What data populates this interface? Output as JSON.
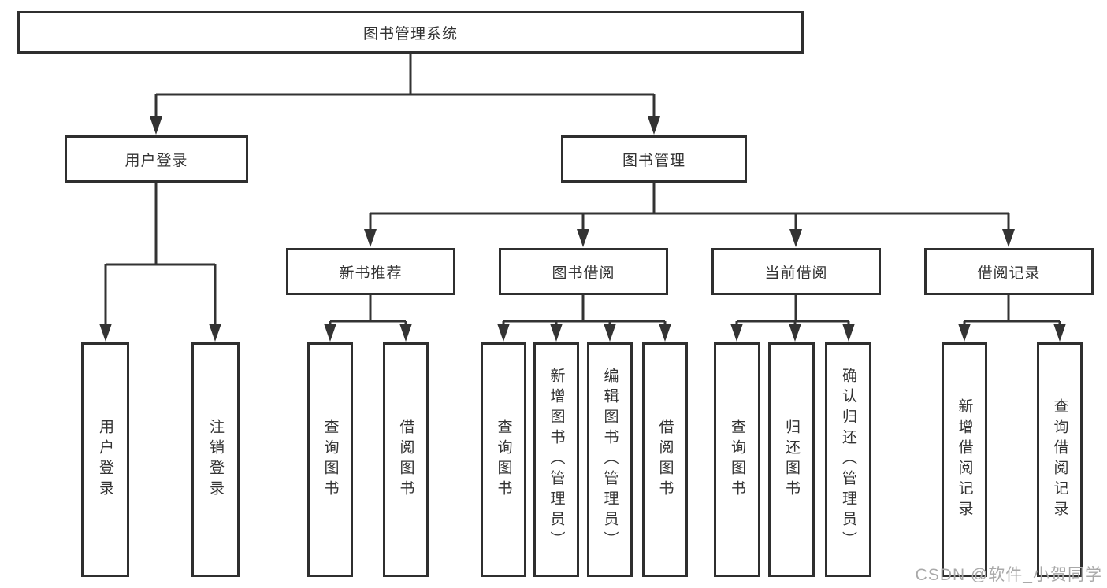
{
  "tree": {
    "root": "图书管理系统",
    "branches": {
      "user_login": {
        "label": "用户登录",
        "children": [
          "用户登录",
          "注销登录"
        ]
      },
      "book_management": {
        "label": "图书管理",
        "sections": {
          "new_book_recommend": {
            "label": "新书推荐",
            "children": [
              "查询图书",
              "借阅图书"
            ]
          },
          "book_borrow": {
            "label": "图书借阅",
            "children": [
              "查询图书",
              "新增图书（管理员）",
              "编辑图书（管理员）",
              "借阅图书"
            ]
          },
          "current_borrow": {
            "label": "当前借阅",
            "children": [
              "查询图书",
              "归还图书",
              "确认归还（管理员）"
            ]
          },
          "borrow_records": {
            "label": "借阅记录",
            "children": [
              "新增借阅记录",
              "查询借阅记录"
            ]
          }
        }
      }
    }
  },
  "watermark": {
    "text": "CSDN @软件_小贺同学"
  },
  "colors": {
    "line": "#333333",
    "border": "#2f2f2f",
    "text": "#333333",
    "background": "#ffffff",
    "watermark": "#a9a9a9"
  }
}
